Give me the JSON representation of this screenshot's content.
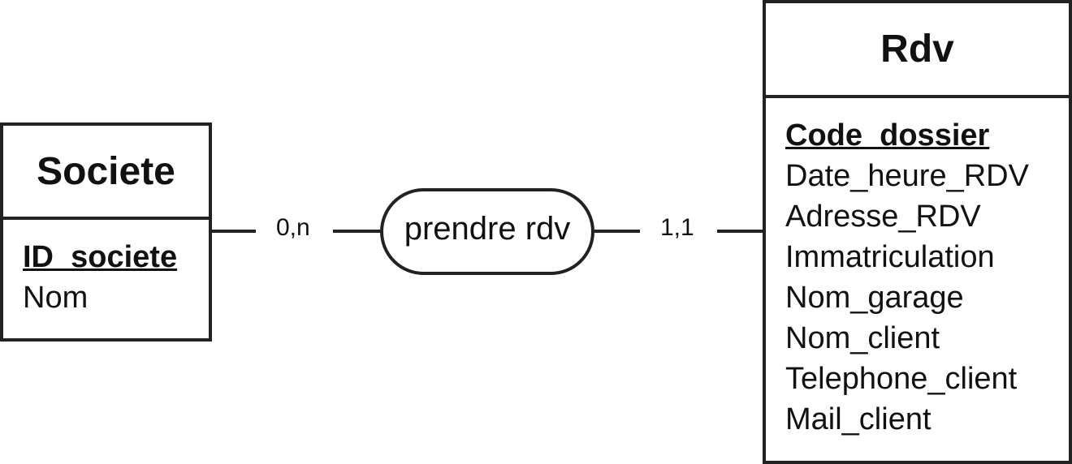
{
  "entities": {
    "societe": {
      "name": "Societe",
      "key_attribute": "ID_societe",
      "attributes": [
        "Nom"
      ]
    },
    "rdv": {
      "name": "Rdv",
      "key_attribute": "Code_dossier",
      "attributes": [
        "Date_heure_RDV",
        "Adresse_RDV",
        "Immatriculation",
        "Nom_garage",
        "Nom_client",
        "Telephone_client",
        "Mail_client"
      ]
    }
  },
  "relation": {
    "name": "prendre rdv",
    "cardinality_societe": "0,n",
    "cardinality_rdv": "1,1"
  }
}
